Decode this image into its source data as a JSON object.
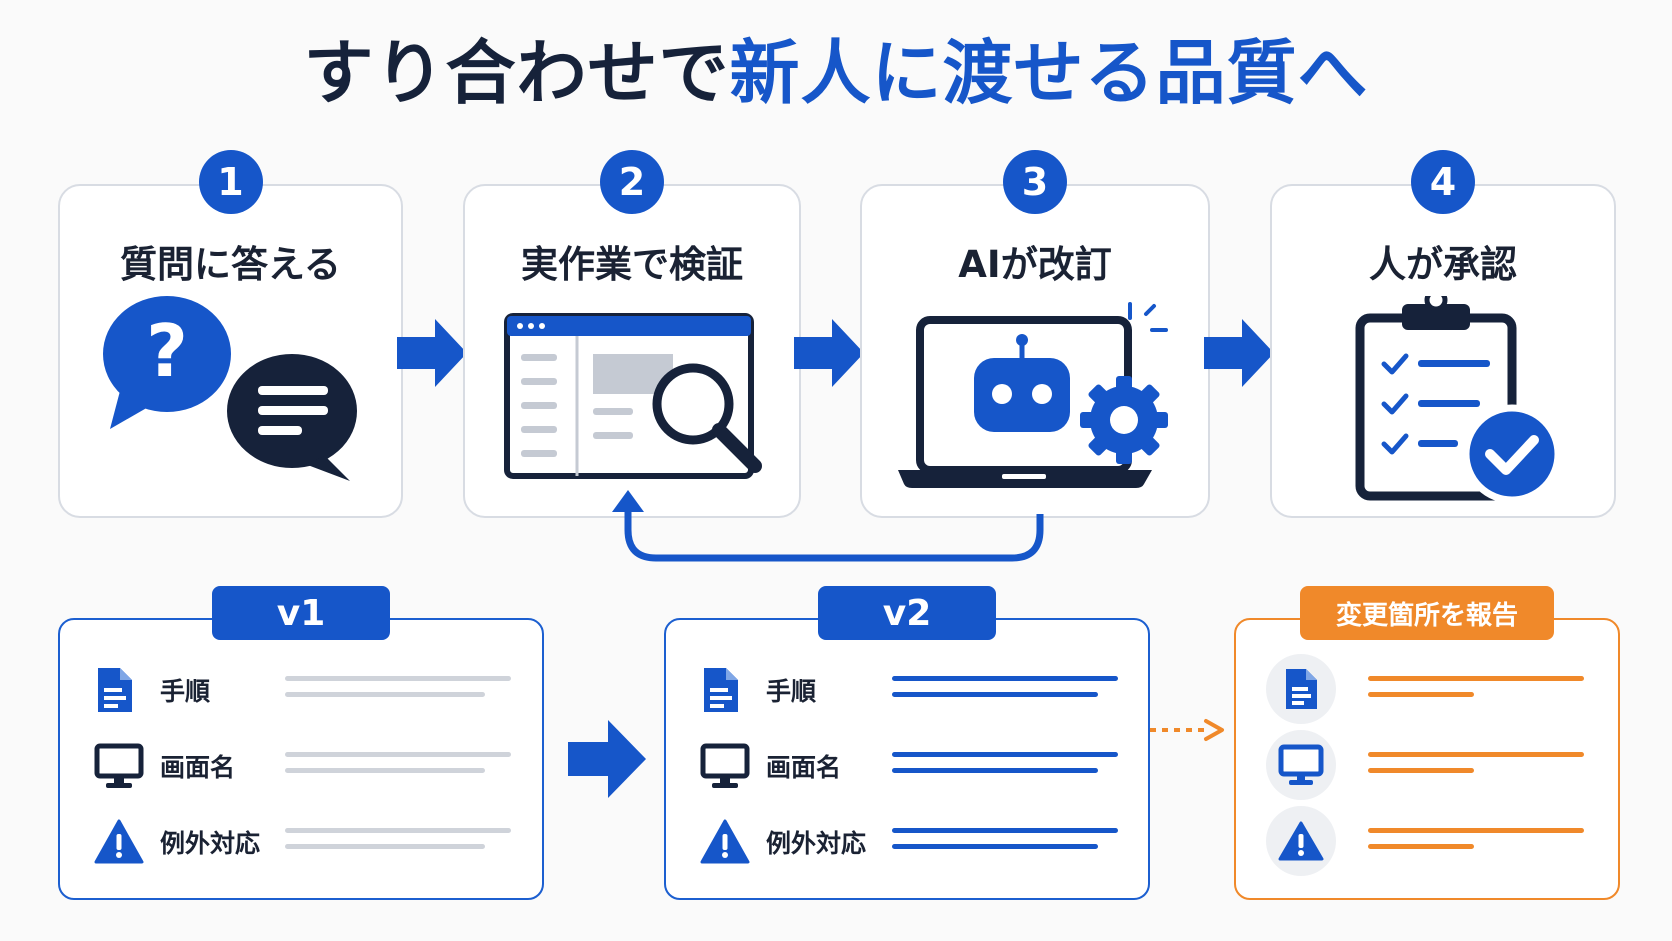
{
  "title": {
    "part1": "すり合わせで",
    "part2": "新人に渡せる品質へ"
  },
  "steps": [
    {
      "num": "1",
      "label": "質問に答える",
      "icon": "speech-bubbles-icon"
    },
    {
      "num": "2",
      "label": "実作業で検証",
      "icon": "magnifier-window-icon"
    },
    {
      "num": "3",
      "label": "AIが改訂",
      "icon": "robot-laptop-gear-icon"
    },
    {
      "num": "4",
      "label": "人が承認",
      "icon": "clipboard-check-icon"
    }
  ],
  "versions": {
    "v1": {
      "tab": "v1",
      "rows": [
        {
          "label": "手順",
          "icon": "document-icon"
        },
        {
          "label": "画面名",
          "icon": "monitor-icon"
        },
        {
          "label": "例外対応",
          "icon": "warning-icon"
        }
      ]
    },
    "v2": {
      "tab": "v2",
      "rows": [
        {
          "label": "手順",
          "icon": "document-icon"
        },
        {
          "label": "画面名",
          "icon": "monitor-icon"
        },
        {
          "label": "例外対応",
          "icon": "warning-icon"
        }
      ]
    },
    "report": {
      "tab": "変更箇所を報告"
    }
  },
  "colors": {
    "blue": "#1656c9",
    "navy": "#16223a",
    "orange": "#f0892a",
    "gray": "#cfd3da"
  }
}
